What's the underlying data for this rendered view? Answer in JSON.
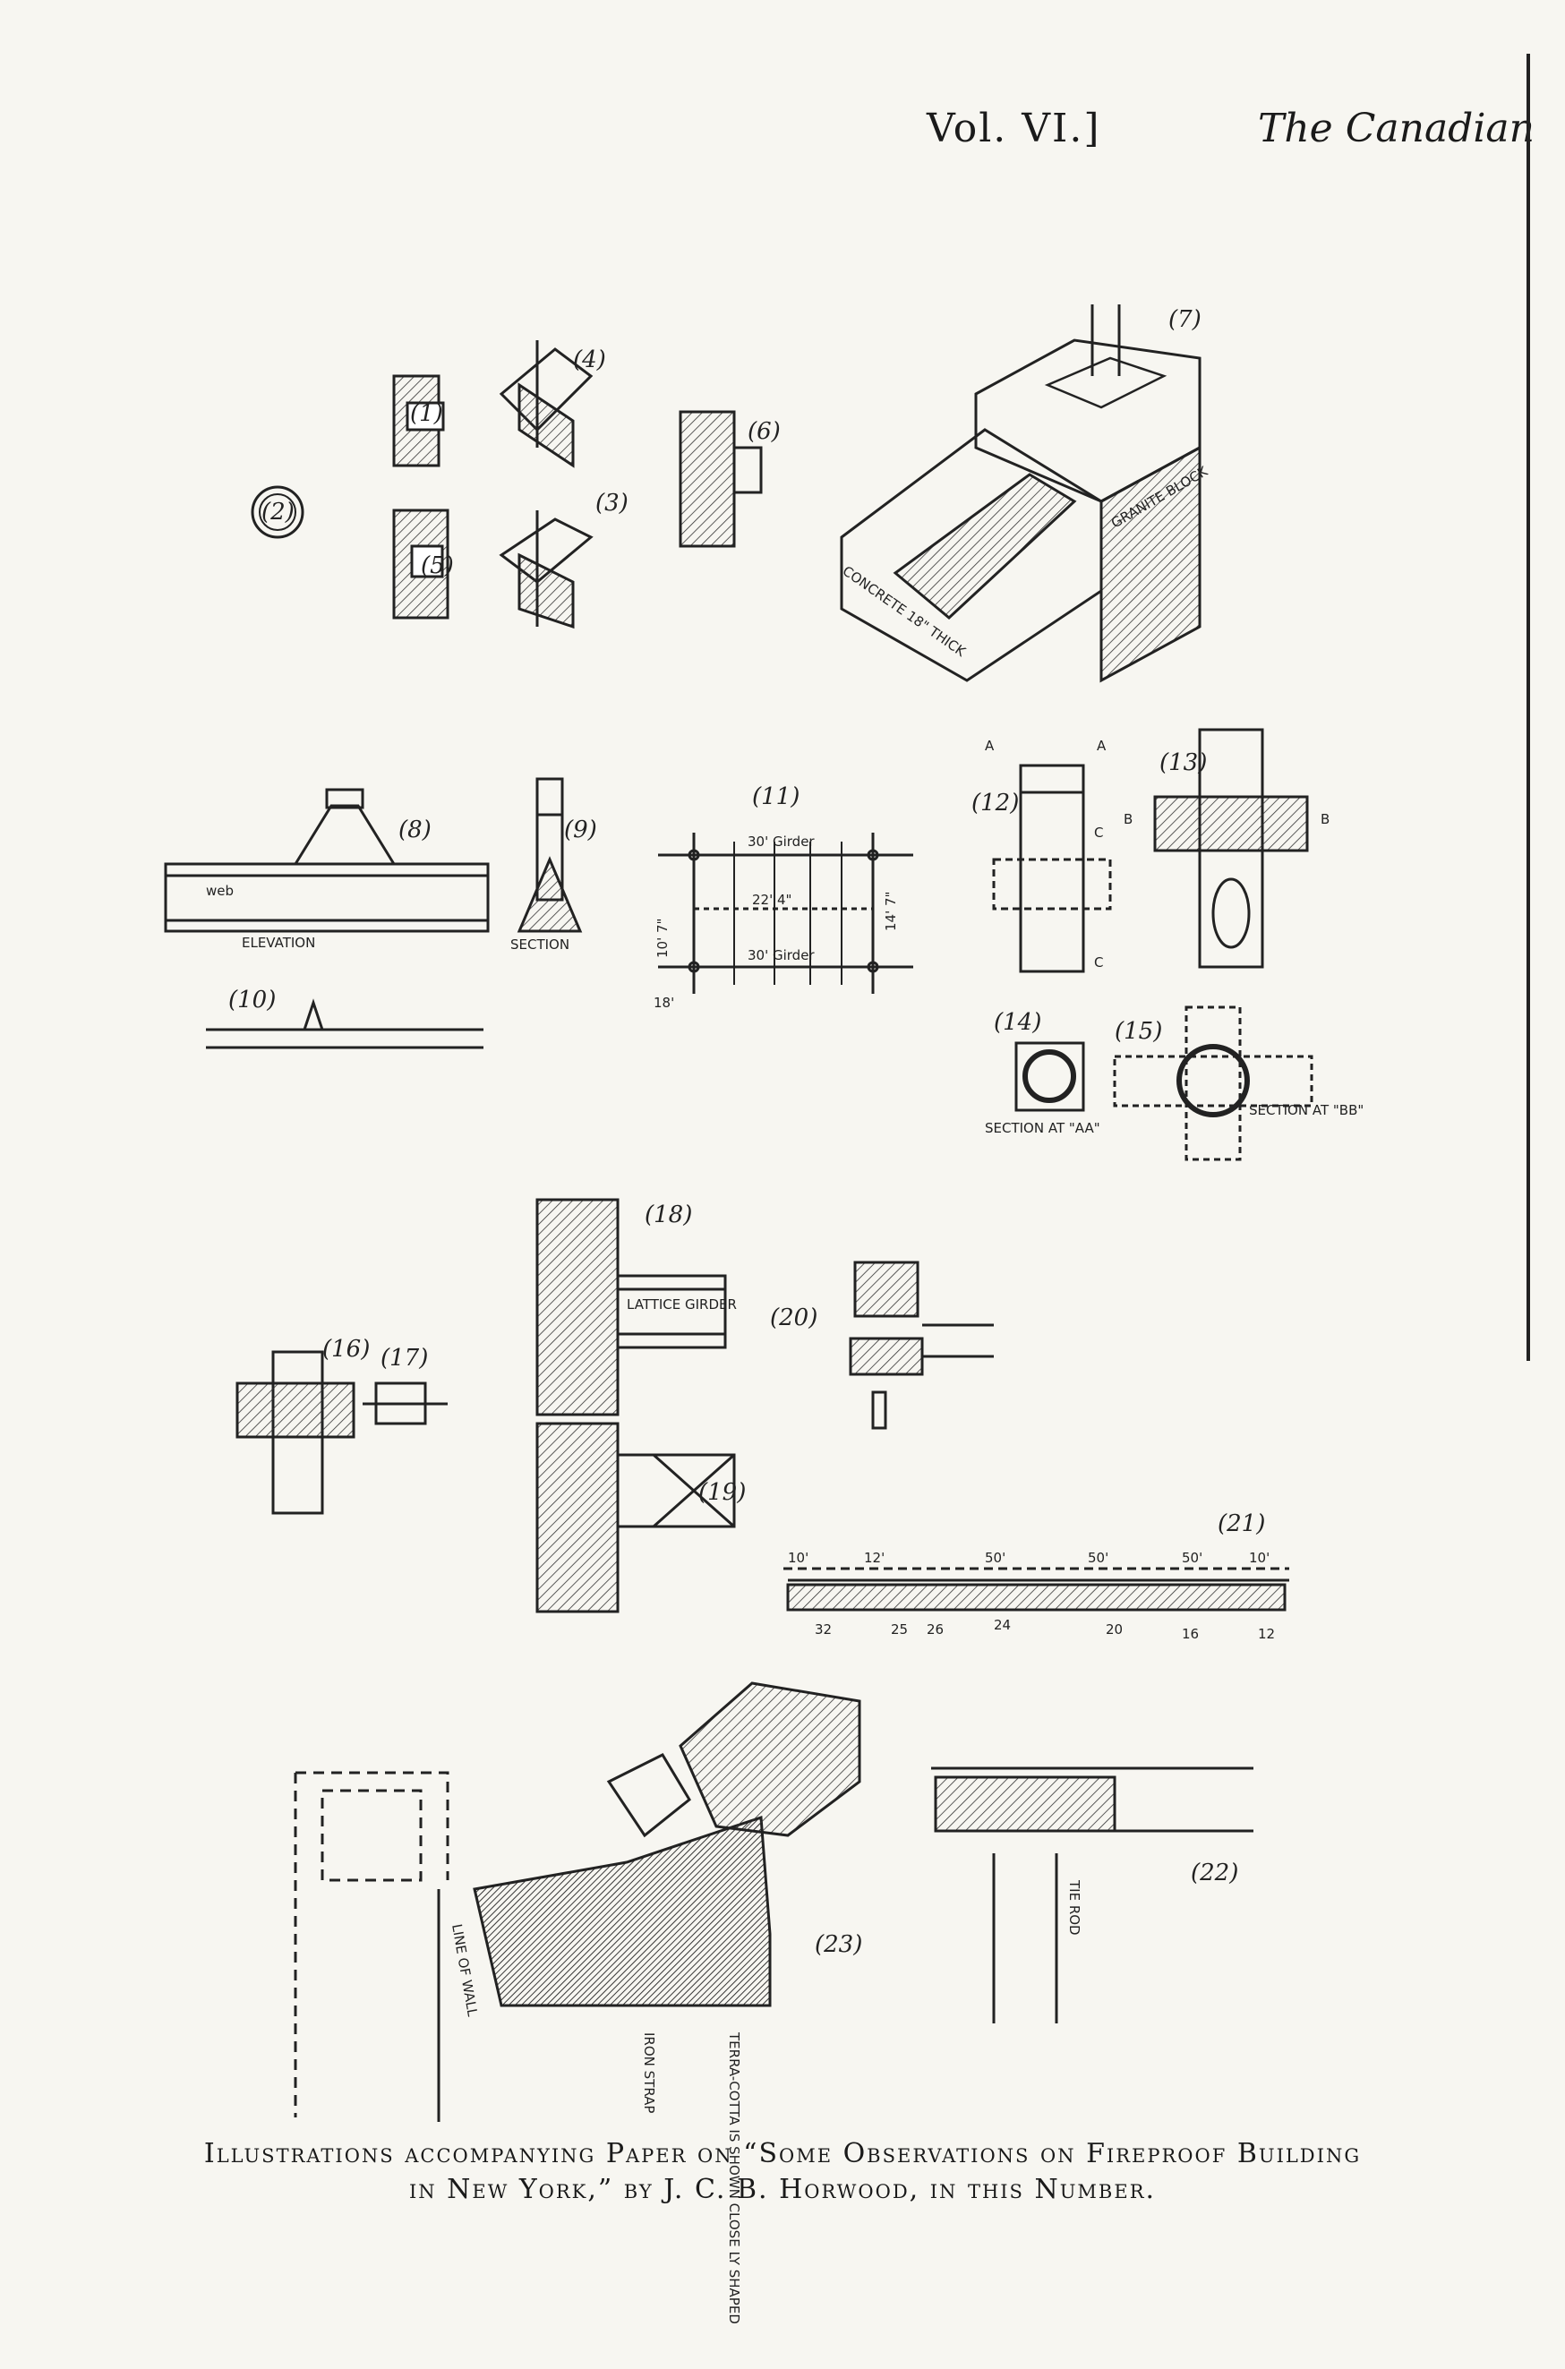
{
  "header": {
    "volume": "Vol. VI.]",
    "journal": "The Canadian"
  },
  "figures": [
    {
      "id": "fig-1",
      "number": "(1)"
    },
    {
      "id": "fig-2",
      "number": "(2)"
    },
    {
      "id": "fig-3",
      "number": "(3)"
    },
    {
      "id": "fig-4",
      "number": "(4)"
    },
    {
      "id": "fig-5",
      "number": "(5)"
    },
    {
      "id": "fig-6",
      "number": "(6)"
    },
    {
      "id": "fig-7",
      "number": "(7)"
    },
    {
      "id": "fig-8",
      "number": "(8)"
    },
    {
      "id": "fig-9",
      "number": "(9)"
    },
    {
      "id": "fig-10",
      "number": "(10)"
    },
    {
      "id": "fig-11",
      "number": "(11)"
    },
    {
      "id": "fig-12",
      "number": "(12)"
    },
    {
      "id": "fig-13",
      "number": "(13)"
    },
    {
      "id": "fig-14",
      "number": "(14)"
    },
    {
      "id": "fig-15",
      "number": "(15)"
    },
    {
      "id": "fig-16",
      "number": "(16)"
    },
    {
      "id": "fig-17",
      "number": "(17)"
    },
    {
      "id": "fig-18",
      "number": "(18)"
    },
    {
      "id": "fig-19",
      "number": "(19)"
    },
    {
      "id": "fig-20",
      "number": "(20)"
    },
    {
      "id": "fig-21",
      "number": "(21)"
    },
    {
      "id": "fig-22",
      "number": "(22)"
    },
    {
      "id": "fig-23",
      "number": "(23)"
    }
  ],
  "annotations": {
    "granite_block": "GRANITE BLOCK",
    "concrete": "CONCRETE 18\" THICK",
    "elevation": "ELEVATION",
    "section": "SECTION",
    "web": "web",
    "girder_top": "30' Girder",
    "girder_bottom": "30' Girder",
    "span_22": "22' 4\"",
    "left_dim": "10' 7\"",
    "right_dim": "14' 7\"",
    "corner_dim": "18'",
    "a_label": "A",
    "b_label": "B",
    "c_label": "C",
    "section_aa": "SECTION AT \"AA\"",
    "section_bb": "SECTION AT \"BB\"",
    "lattice_girder": "LATTICE GIRDER",
    "dims_21": [
      "10'",
      "12'",
      "50'",
      "50'",
      "50'",
      "10'"
    ],
    "dims_21_low": [
      "32",
      "25",
      "26",
      "24",
      "20",
      "16",
      "12"
    ],
    "line_of_wall": "LINE OF WALL",
    "iron_strap": "IRON STRAP",
    "terra_cotta": "TERRA-COTTA IS SHOWN CLOSE LY SHAPED",
    "tie_rod": "TIE ROD"
  },
  "caption": {
    "line1": "Illustrations accompanying Paper on “Some Observations on Fireproof Building",
    "line2": "in New York,” by J. C. B. Horwood, in this Number."
  }
}
